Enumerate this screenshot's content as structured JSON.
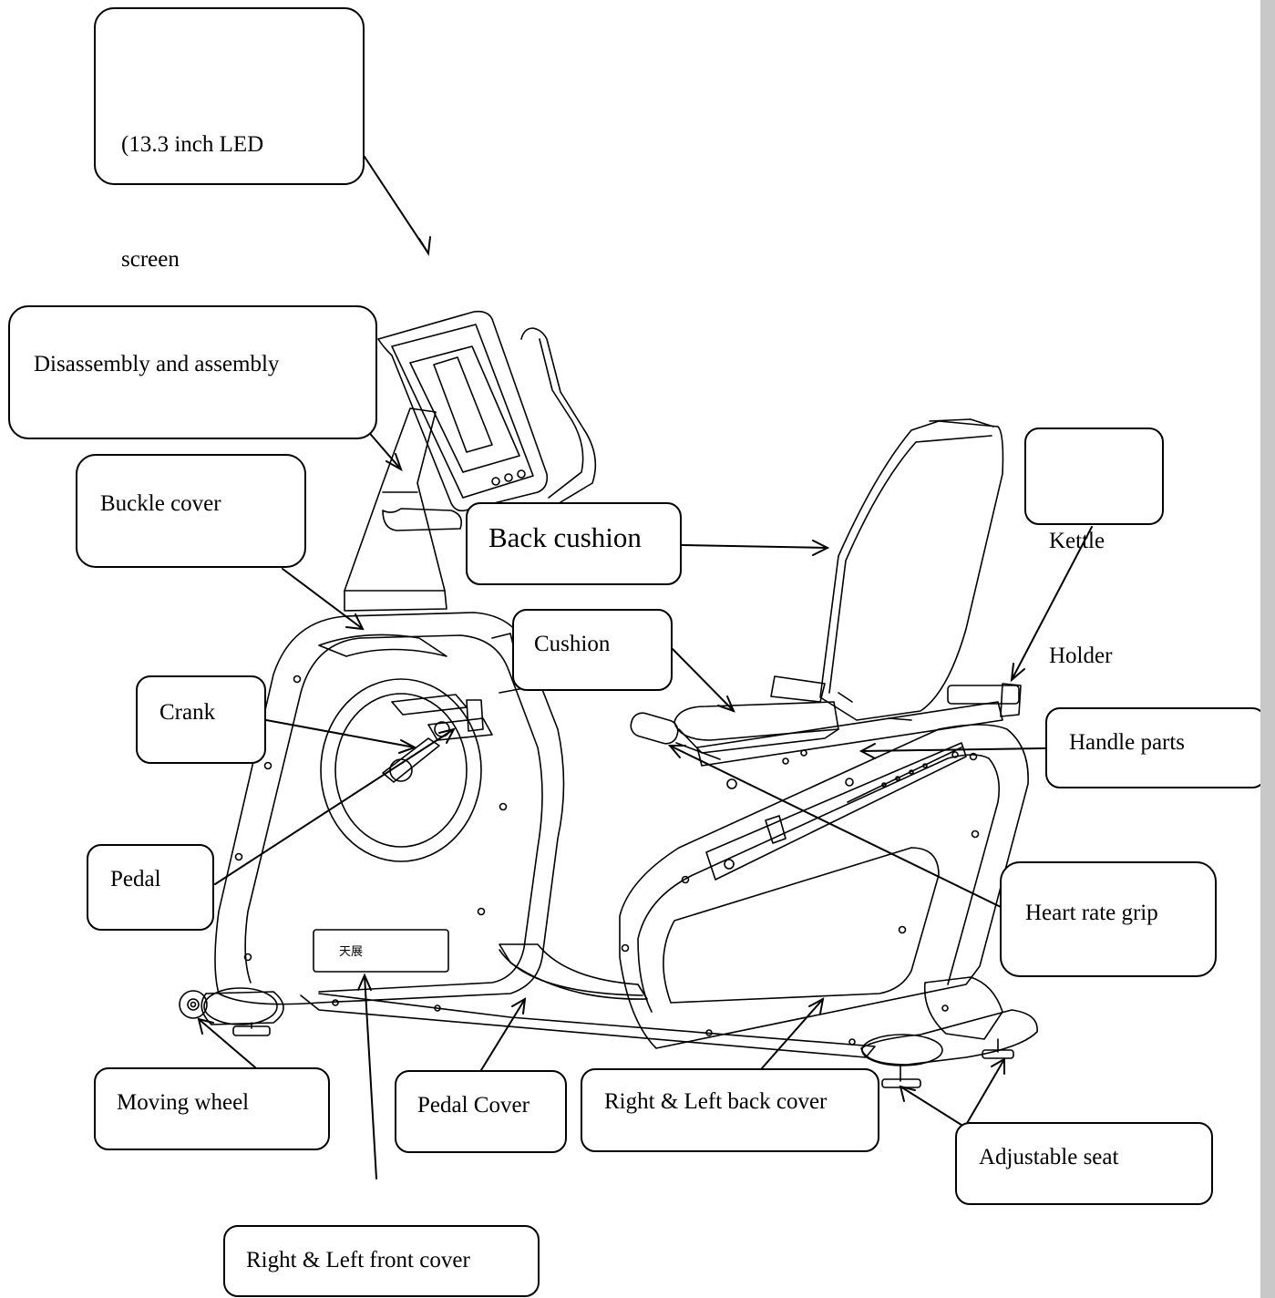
{
  "labels": {
    "screen": [
      "(13.3 inch LED",
      "screen"
    ],
    "disassembly": "Disassembly and assembly",
    "buckle_cover": "Buckle cover",
    "back_cushion": "Back cushion",
    "kettle_holder": [
      "Kettle",
      "Holder"
    ],
    "cushion": "Cushion",
    "crank": "Crank",
    "handle_parts": "Handle parts",
    "pedal": "Pedal",
    "heart_rate_grip": "Heart rate grip",
    "moving_wheel": "Moving wheel",
    "pedal_cover": "Pedal Cover",
    "right_left_back_cover": "Right & Left back cover",
    "adjustable_seat": "Adjustable seat",
    "right_left_front_cover": "Right & Left front cover"
  },
  "brand_plate": "天展"
}
